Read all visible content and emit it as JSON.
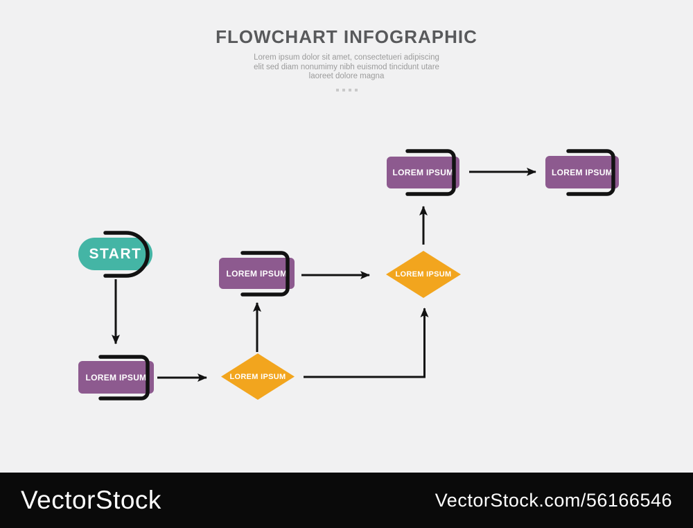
{
  "header": {
    "title": "FLOWCHART INFOGRAPHIC",
    "subtitle": "Lorem ipsum dolor sit amet, consectetueri adipiscing\nelit sed diam nonumimy nibh euismod tincidunt utare\nlaoreet dolore magna"
  },
  "flowchart": {
    "nodes": [
      {
        "id": "start",
        "type": "start-pill",
        "label": "START"
      },
      {
        "id": "step-1",
        "type": "process-rect",
        "label": "LOREM IPSUM"
      },
      {
        "id": "decision-1",
        "type": "decision-diamond",
        "label": "LOREM IPSUM"
      },
      {
        "id": "step-2",
        "type": "process-rect",
        "label": "LOREM IPSUM"
      },
      {
        "id": "decision-2",
        "type": "decision-diamond",
        "label": "LOREM IPSUM"
      },
      {
        "id": "step-3",
        "type": "process-rect",
        "label": "LOREM IPSUM"
      },
      {
        "id": "step-4",
        "type": "process-rect",
        "label": "LOREM IPSUM"
      }
    ],
    "connections": [
      "start -> step-1 (down)",
      "step-1 -> decision-1 (right)",
      "decision-1 -> step-2 (up)",
      "decision-1 -> decision-2 (right then up)",
      "step-2 -> decision-2 (right)",
      "decision-2 -> step-3 (up)",
      "step-3 -> step-4 (right)"
    ]
  },
  "footer": {
    "brand": "VectorStock",
    "url": "VectorStock.com/56166546"
  },
  "colors": {
    "teal": "#44b5a5",
    "purple": "#8d5a8f",
    "orange": "#f2a51e",
    "line": "#121212",
    "title": "#58595b",
    "subtitle": "#9b9b9b",
    "footer": "#0a0a0a",
    "background": "#f1f1f2"
  }
}
